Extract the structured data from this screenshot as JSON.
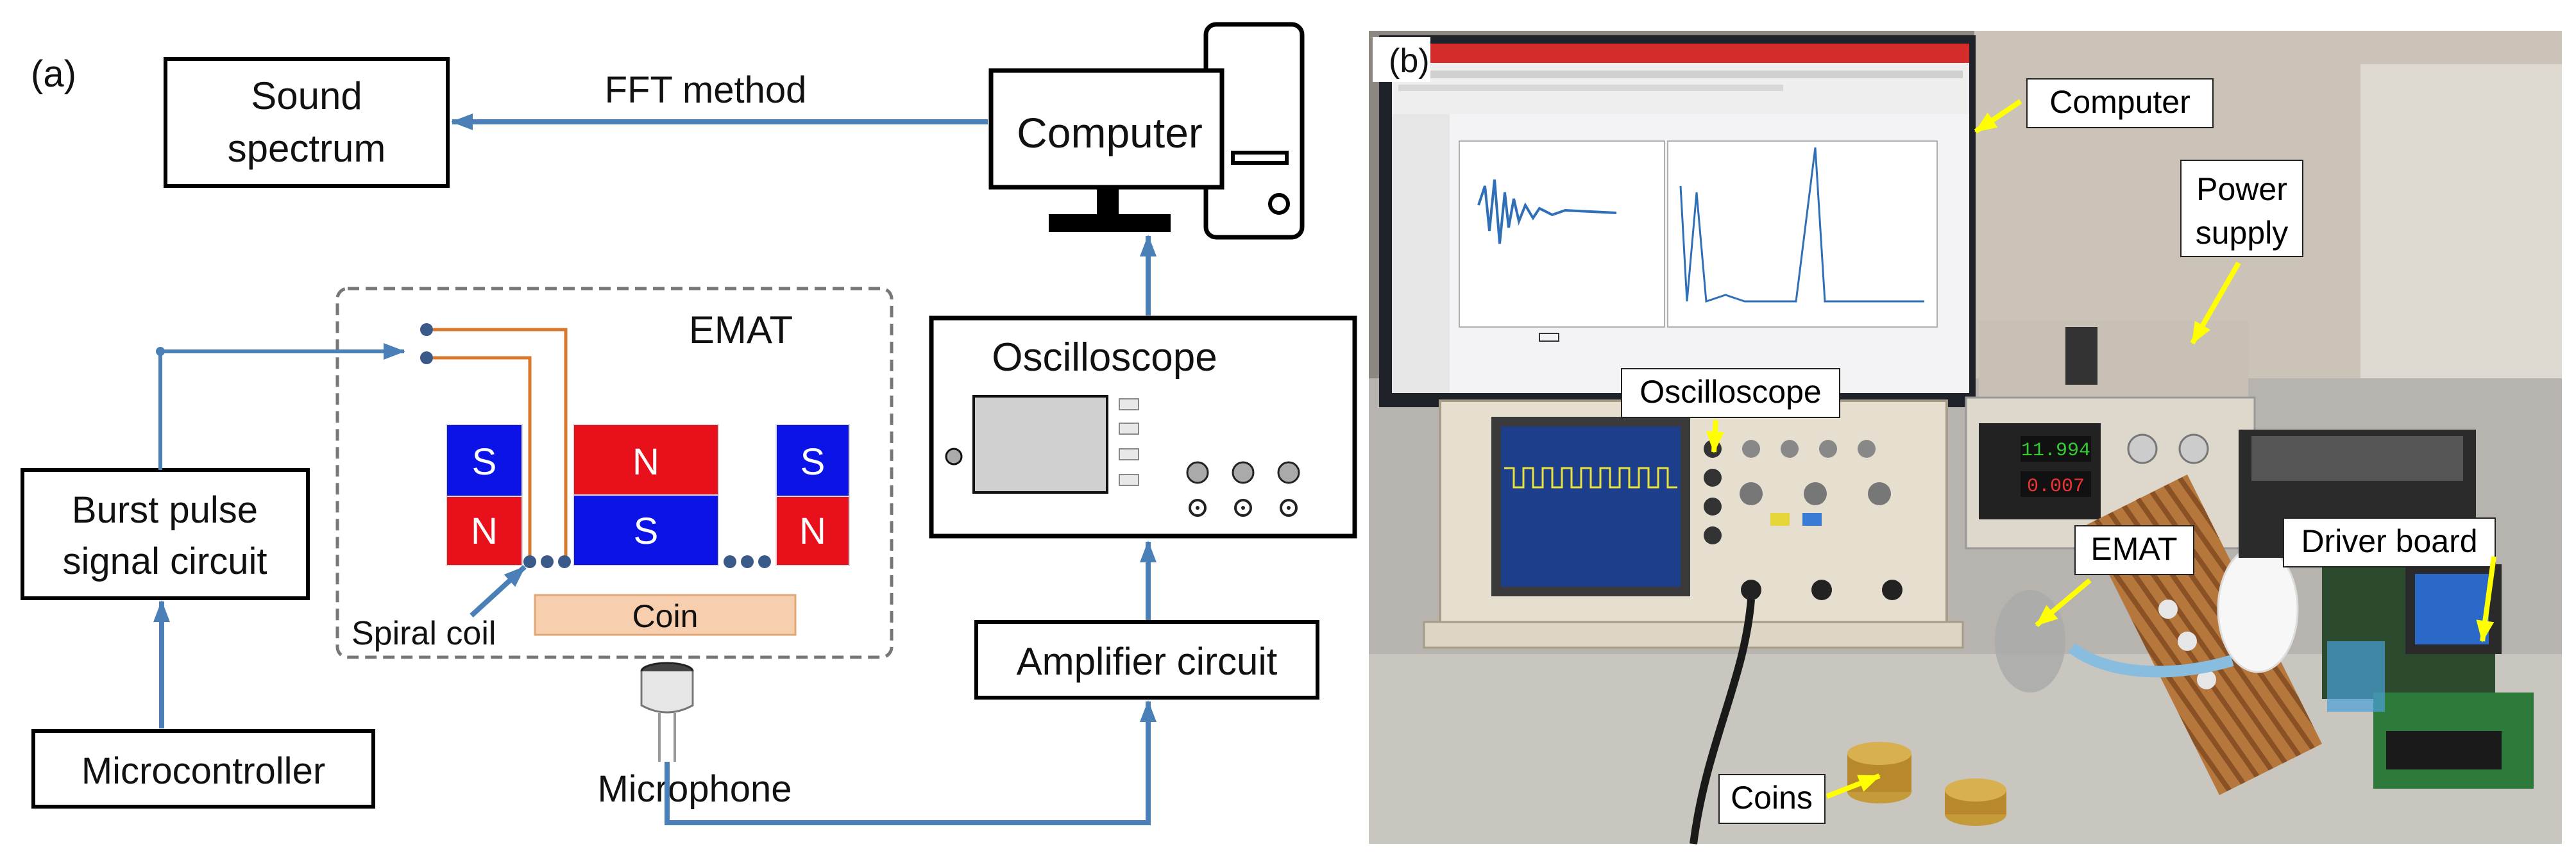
{
  "panel_a": {
    "label": "(a)",
    "sound_spectrum": [
      "Sound",
      "spectrum"
    ],
    "fft_method": "FFT method",
    "computer": "Computer",
    "oscilloscope": "Oscilloscope",
    "emat": "EMAT",
    "burst_pulse": [
      "Burst pulse",
      "signal circuit"
    ],
    "microcontroller": "Microcontroller",
    "spiral_coil": "Spiral coil",
    "coin": "Coin",
    "microphone": "Microphone",
    "amplifier": "Amplifier circuit",
    "magnet_s": "S",
    "magnet_n": "N"
  },
  "panel_b": {
    "label": "(b)",
    "computer": "Computer",
    "power_supply": [
      "Power",
      "supply"
    ],
    "oscilloscope": "Oscilloscope",
    "emat": "EMAT",
    "driver_board": "Driver board",
    "coins": "Coins",
    "psu_volts": "11.994",
    "psu_amps": "0.007"
  },
  "colors": {
    "arrow_blue": "#4a7fb8",
    "magnet_red": "#e8101a",
    "magnet_blue": "#0b13e6",
    "coil_orange": "#d9782b",
    "coin_fill": "#f7cfae",
    "label_yellow": "#ffff00"
  }
}
